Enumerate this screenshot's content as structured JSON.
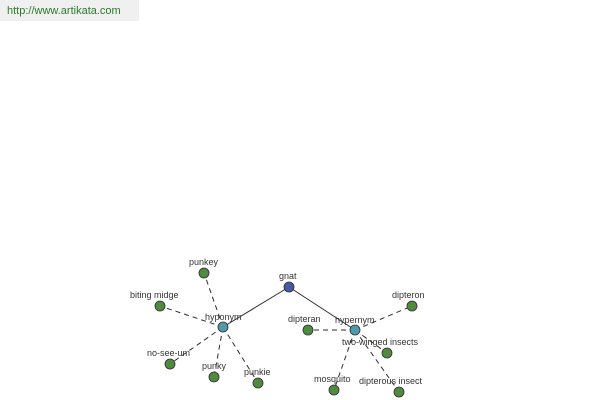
{
  "source_link": "http://www.artikata.com",
  "colors": {
    "root": "#4a5aa0",
    "relation": "#4f9aa8",
    "leaf": "#4f8a3e",
    "edge": "#2e2e2e",
    "link": "#2a7a2a"
  },
  "graph": {
    "root": {
      "label": "gnat"
    },
    "relations": [
      {
        "label": "hyponym"
      },
      {
        "label": "hypernym"
      }
    ],
    "leaves": [
      {
        "label": "punkey"
      },
      {
        "label": "biting midge"
      },
      {
        "label": "no-see-um"
      },
      {
        "label": "punky"
      },
      {
        "label": "punkie"
      },
      {
        "label": "dipteran"
      },
      {
        "label": "dipteron"
      },
      {
        "label": "two-winged insects"
      },
      {
        "label": "mosquito"
      },
      {
        "label": "dipterous insect"
      }
    ]
  }
}
